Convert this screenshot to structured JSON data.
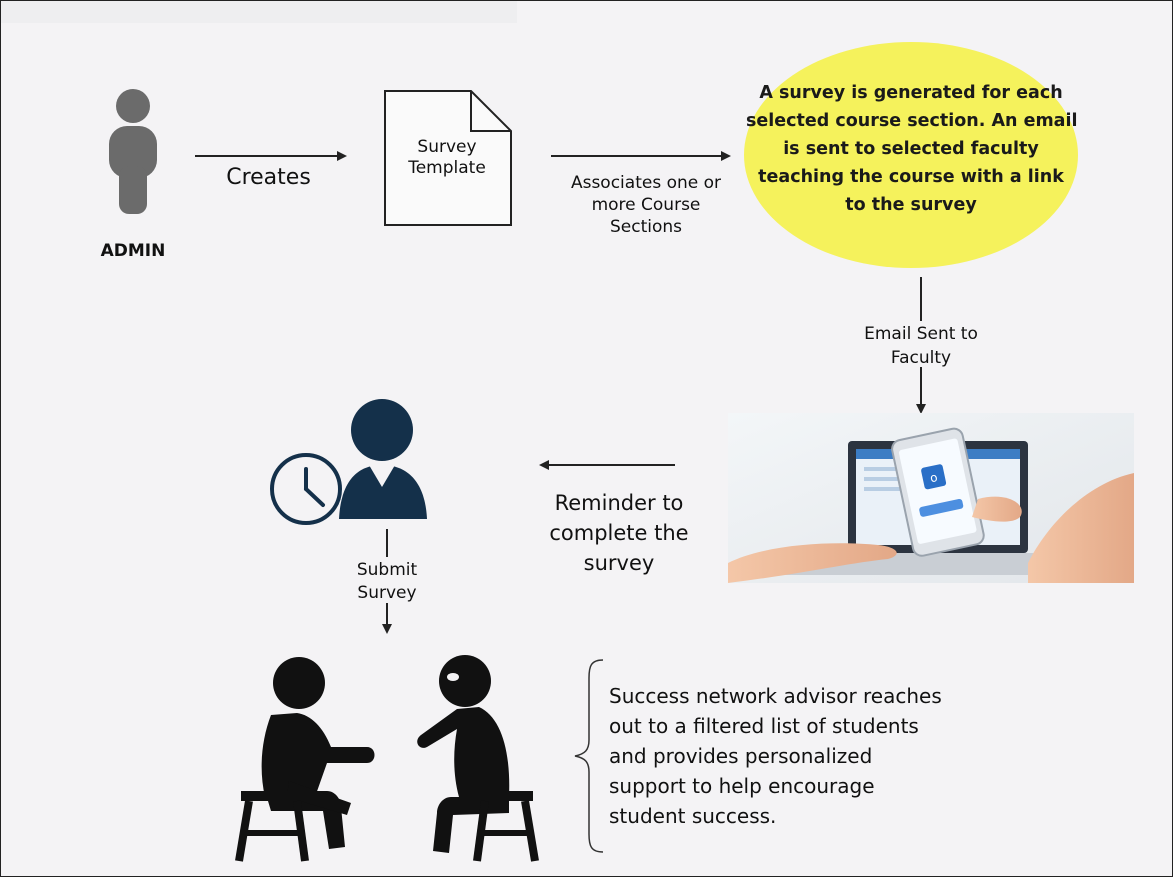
{
  "admin": {
    "label": "ADMIN",
    "icon": "person-icon"
  },
  "creates": {
    "label": "Creates"
  },
  "template": {
    "line1": "Survey",
    "line2": "Template",
    "icon": "document-icon"
  },
  "associates": {
    "line1": "Associates one or",
    "line2": "more Course",
    "line3": "Sections"
  },
  "survey_note": {
    "lines": [
      "A survey is generated for each",
      "selected course section. An email",
      "is sent to selected faculty",
      "teaching the course with a link",
      "to the survey"
    ],
    "color": "#f5f25c"
  },
  "email_sent": {
    "line1": "Email Sent to",
    "line2": "Faculty"
  },
  "reminder": {
    "line1": "Reminder to",
    "line2": "complete the",
    "line3": "survey"
  },
  "submit": {
    "line1": "Submit",
    "line2": "Survey"
  },
  "advisor": {
    "lines": [
      "Success network advisor reaches",
      "out to a filtered list of students",
      "and provides personalized",
      "support to help encourage",
      "student success."
    ]
  },
  "icons": {
    "faculty": "person-clock-icon",
    "devices": "laptop-phone-photo",
    "meeting": "advisor-student-meeting-icon"
  },
  "colors": {
    "navy": "#14304a",
    "admin_gray": "#6b6b6b",
    "ellipse": "#f5f25c"
  }
}
